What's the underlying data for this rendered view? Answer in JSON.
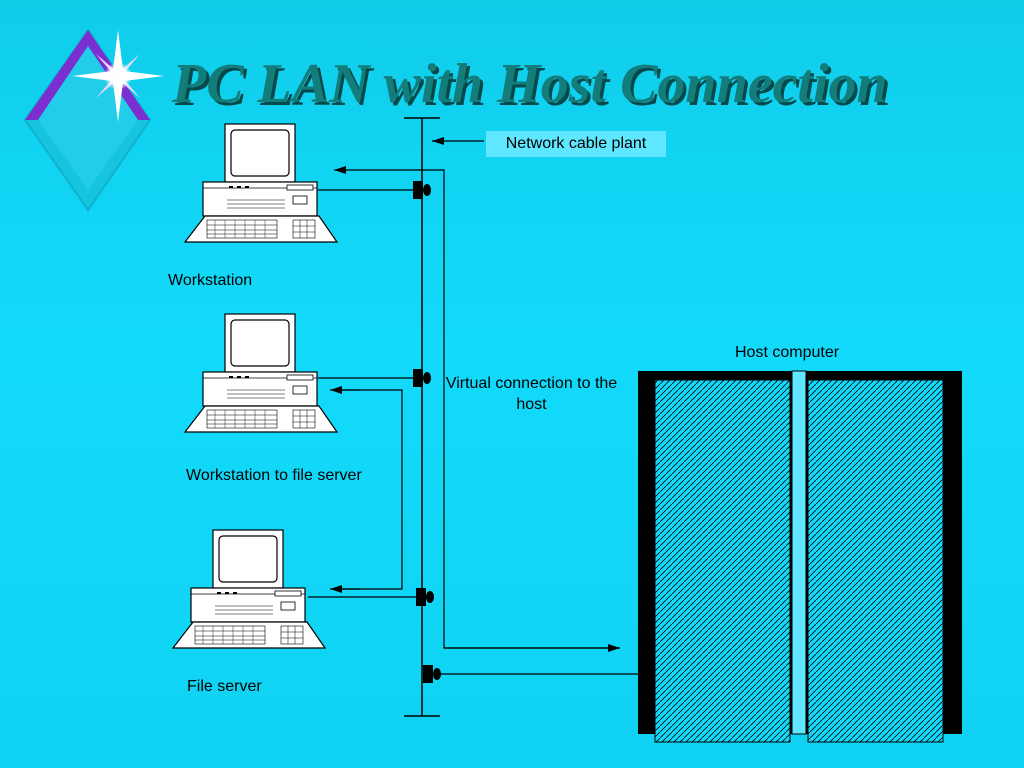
{
  "slide": {
    "title": "PC LAN with Host Connection",
    "bullet_icon": "diamond-star-icon"
  },
  "diagram": {
    "labels": {
      "network_cable_plant": "Network cable plant",
      "workstation": "Workstation",
      "workstation_to_file_server": "Workstation to file server",
      "file_server": "File server",
      "host_computer": "Host computer",
      "virtual_connection": "Virtual connection to the host"
    },
    "icons": {
      "workstation": "desktop-computer-icon",
      "workstation_to_file_server": "desktop-computer-icon",
      "file_server": "desktop-computer-icon",
      "host": "mainframe-cabinet-icon",
      "tap": "network-tap-icon"
    },
    "colors": {
      "background": "#12dafb",
      "title": "#127d7a",
      "title_shadow": "#06494a",
      "label_box": "#5fe7ff",
      "diamond": "#7b2fd0",
      "lines": "#000000"
    }
  }
}
